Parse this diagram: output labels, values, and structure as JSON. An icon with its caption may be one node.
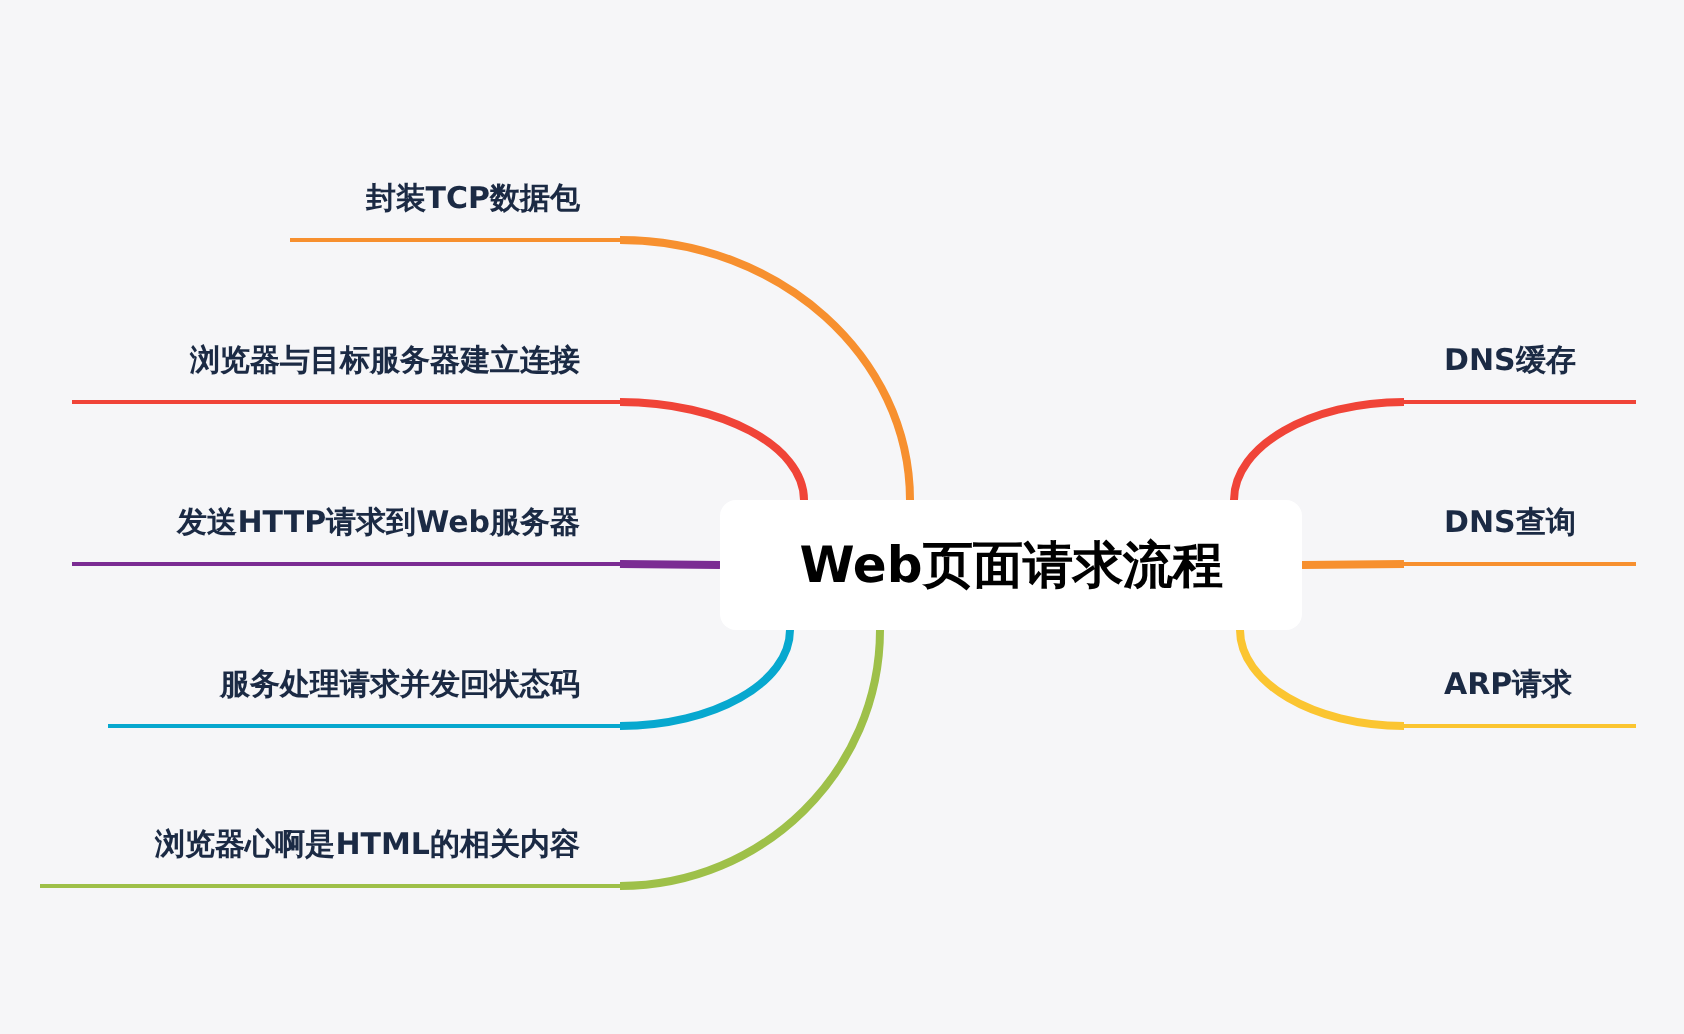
{
  "diagram": {
    "nodes": [
      {
        "text": [
          "Web页面请求流程"
        ]
      },
      {
        "text": [
          "DNS缓存"
        ]
      },
      {
        "text": [
          "DNS查询"
        ]
      },
      {
        "text": [
          "ARP请求"
        ]
      },
      {
        "text": [
          "封装TCP数据包"
        ]
      },
      {
        "text": [
          "浏览器与目标服务器建立连接"
        ]
      },
      {
        "text": [
          "发送HTTP请求到Web服务器"
        ]
      },
      {
        "text": [
          "服务处理请求并发回状态码"
        ]
      },
      {
        "text": [
          "浏览器心啊是HTML的相关内容"
        ]
      }
    ],
    "edges": [
      {
        "from": 0,
        "to": 1,
        "arrow": "none",
        "color": "#f04438"
      },
      {
        "from": 0,
        "to": 2,
        "arrow": "none",
        "color": "#f7902f"
      },
      {
        "from": 0,
        "to": 3,
        "arrow": "none",
        "color": "#fbc531"
      },
      {
        "from": 0,
        "to": 4,
        "arrow": "none",
        "color": "#f7902f"
      },
      {
        "from": 0,
        "to": 5,
        "arrow": "none",
        "color": "#f04438"
      },
      {
        "from": 0,
        "to": 6,
        "arrow": "none",
        "color": "#7b2c93"
      },
      {
        "from": 0,
        "to": 7,
        "arrow": "none",
        "color": "#07a8cf"
      },
      {
        "from": 0,
        "to": 8,
        "arrow": "none",
        "color": "#9ec049"
      }
    ]
  }
}
